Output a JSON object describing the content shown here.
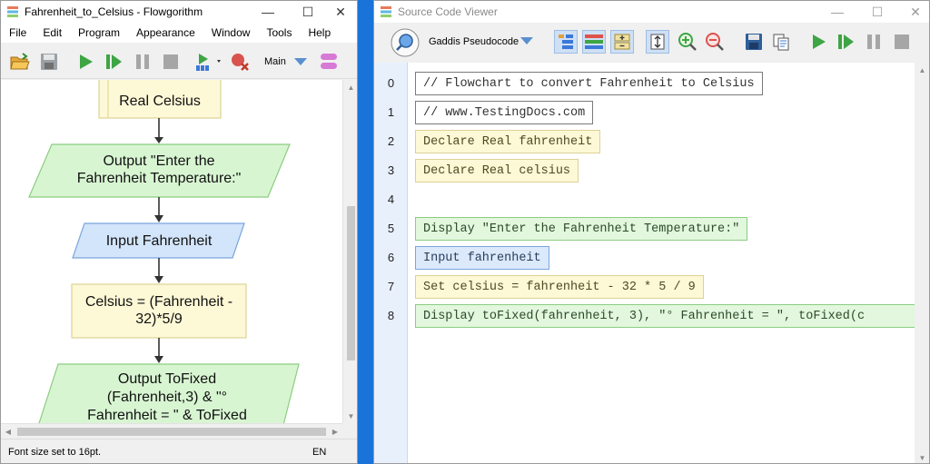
{
  "flowgorithm": {
    "title": "Fahrenheit_to_Celsius - Flowgorithm",
    "menu": [
      "File",
      "Edit",
      "Program",
      "Appearance",
      "Window",
      "Tools",
      "Help"
    ],
    "function_selector": "Main",
    "flowchart": {
      "declare": "Real Celsius",
      "output1_line1": "Output \"Enter the",
      "output1_line2": "Fahrenheit Temperature:\"",
      "input": "Input Fahrenheit",
      "assign_line1": "Celsius = (Fahrenheit -",
      "assign_line2": "32)*5/9",
      "output2_line1": "Output ToFixed",
      "output2_line2": "(Fahrenheit,3) & \"°",
      "output2_line3": "Fahrenheit = \" & ToFixed"
    },
    "status": {
      "message": "Font size set to 16pt.",
      "language": "EN"
    }
  },
  "source_viewer": {
    "title": "Source Code Viewer",
    "language": "Gaddis Pseudocode",
    "lines": [
      {
        "num": "0",
        "text": "// Flowchart to convert Fahrenheit to Celsius"
      },
      {
        "num": "1",
        "text": "// www.TestingDocs.com"
      },
      {
        "num": "2",
        "text": "Declare Real fahrenheit"
      },
      {
        "num": "3",
        "text": "Declare Real celsius"
      },
      {
        "num": "4",
        "text": ""
      },
      {
        "num": "5",
        "text": "Display \"Enter the Fahrenheit Temperature:\""
      },
      {
        "num": "6",
        "text": "Input fahrenheit"
      },
      {
        "num": "7",
        "text": "Set celsius = fahrenheit - 32 * 5 / 9"
      },
      {
        "num": "8",
        "text": "Display toFixed(fahrenheit, 3), \"° Fahrenheit = \", toFixed(c"
      }
    ]
  },
  "colors": {
    "declare_fill": "#fdf8d6",
    "output_fill": "#d8f5d2",
    "input_fill": "#d3e5fb",
    "desktop": "#1a73d9"
  }
}
